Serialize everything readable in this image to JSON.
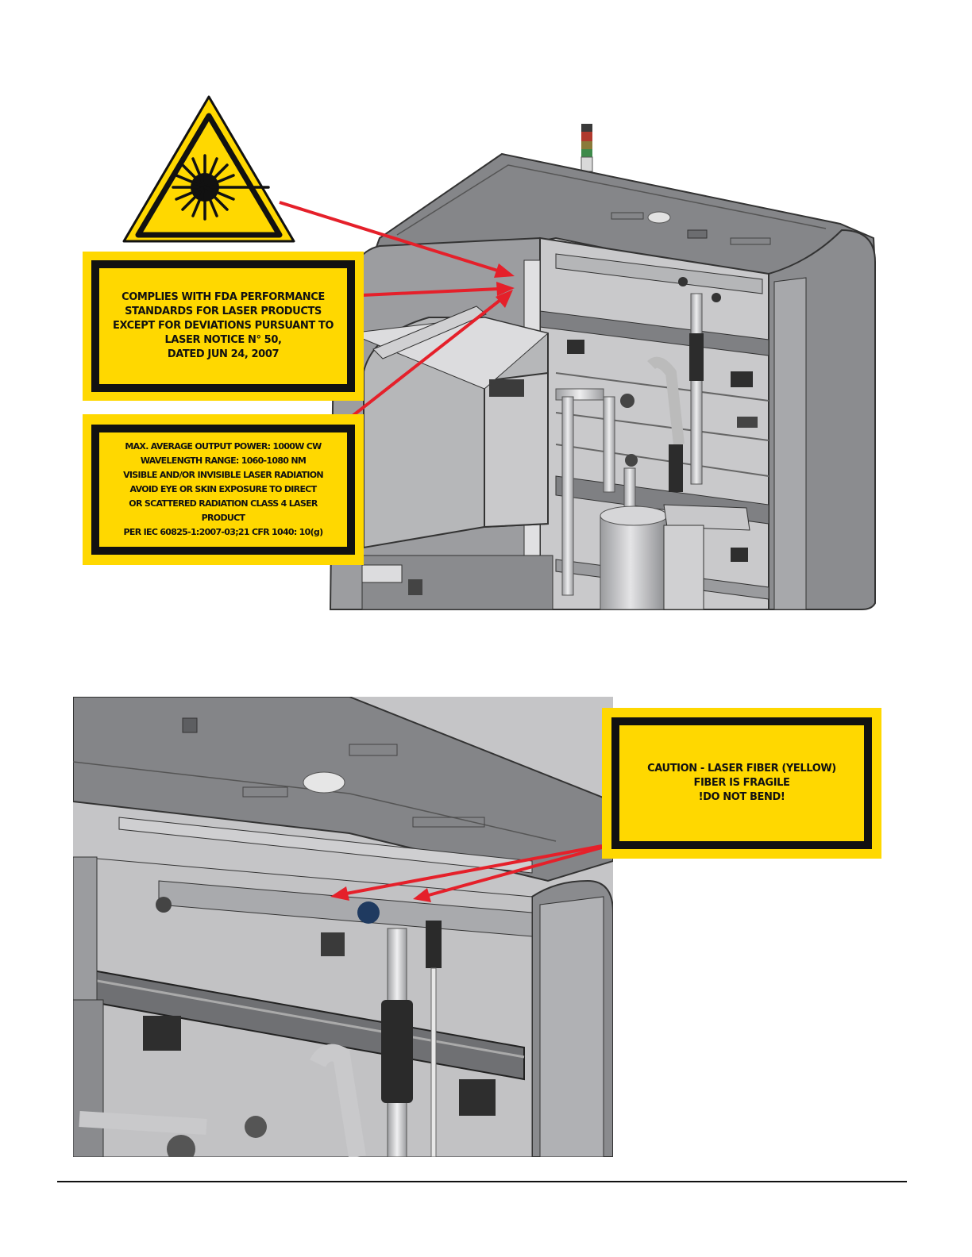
{
  "labels": {
    "fda_compliance": "COMPLIES WITH FDA PERFORMANCE\nSTANDARDS FOR LASER PRODUCTS\nEXCEPT FOR DEVIATIONS PURSUANT TO\nLASER NOTICE N° 50,\nDATED JUN 24, 2007",
    "power_warning": "MAX. AVERAGE OUTPUT POWER: 1000W CW\nWAVELENGTH RANGE: 1060-1080 NM\nVISIBLE AND/OR INVISIBLE LASER RADIATION\nAVOID EYE OR SKIN EXPOSURE TO DIRECT\nOR SCATTERED RADIATION CLASS 4 LASER\nPRODUCT\nPER IEC 60825-1:2007-03;21 CFR 1040: 10(g)",
    "fiber_caution": "CAUTION - LASER FIBER (YELLOW)\nFIBER IS FRAGILE\n!DO NOT BEND!"
  },
  "colors": {
    "label_yellow": "#ffd800",
    "label_black": "#111111",
    "arrow_red": "#e5202a",
    "machine_gray": "#8e8f93"
  },
  "icons": {
    "laser_hazard": "laser-warning-triangle-icon"
  }
}
